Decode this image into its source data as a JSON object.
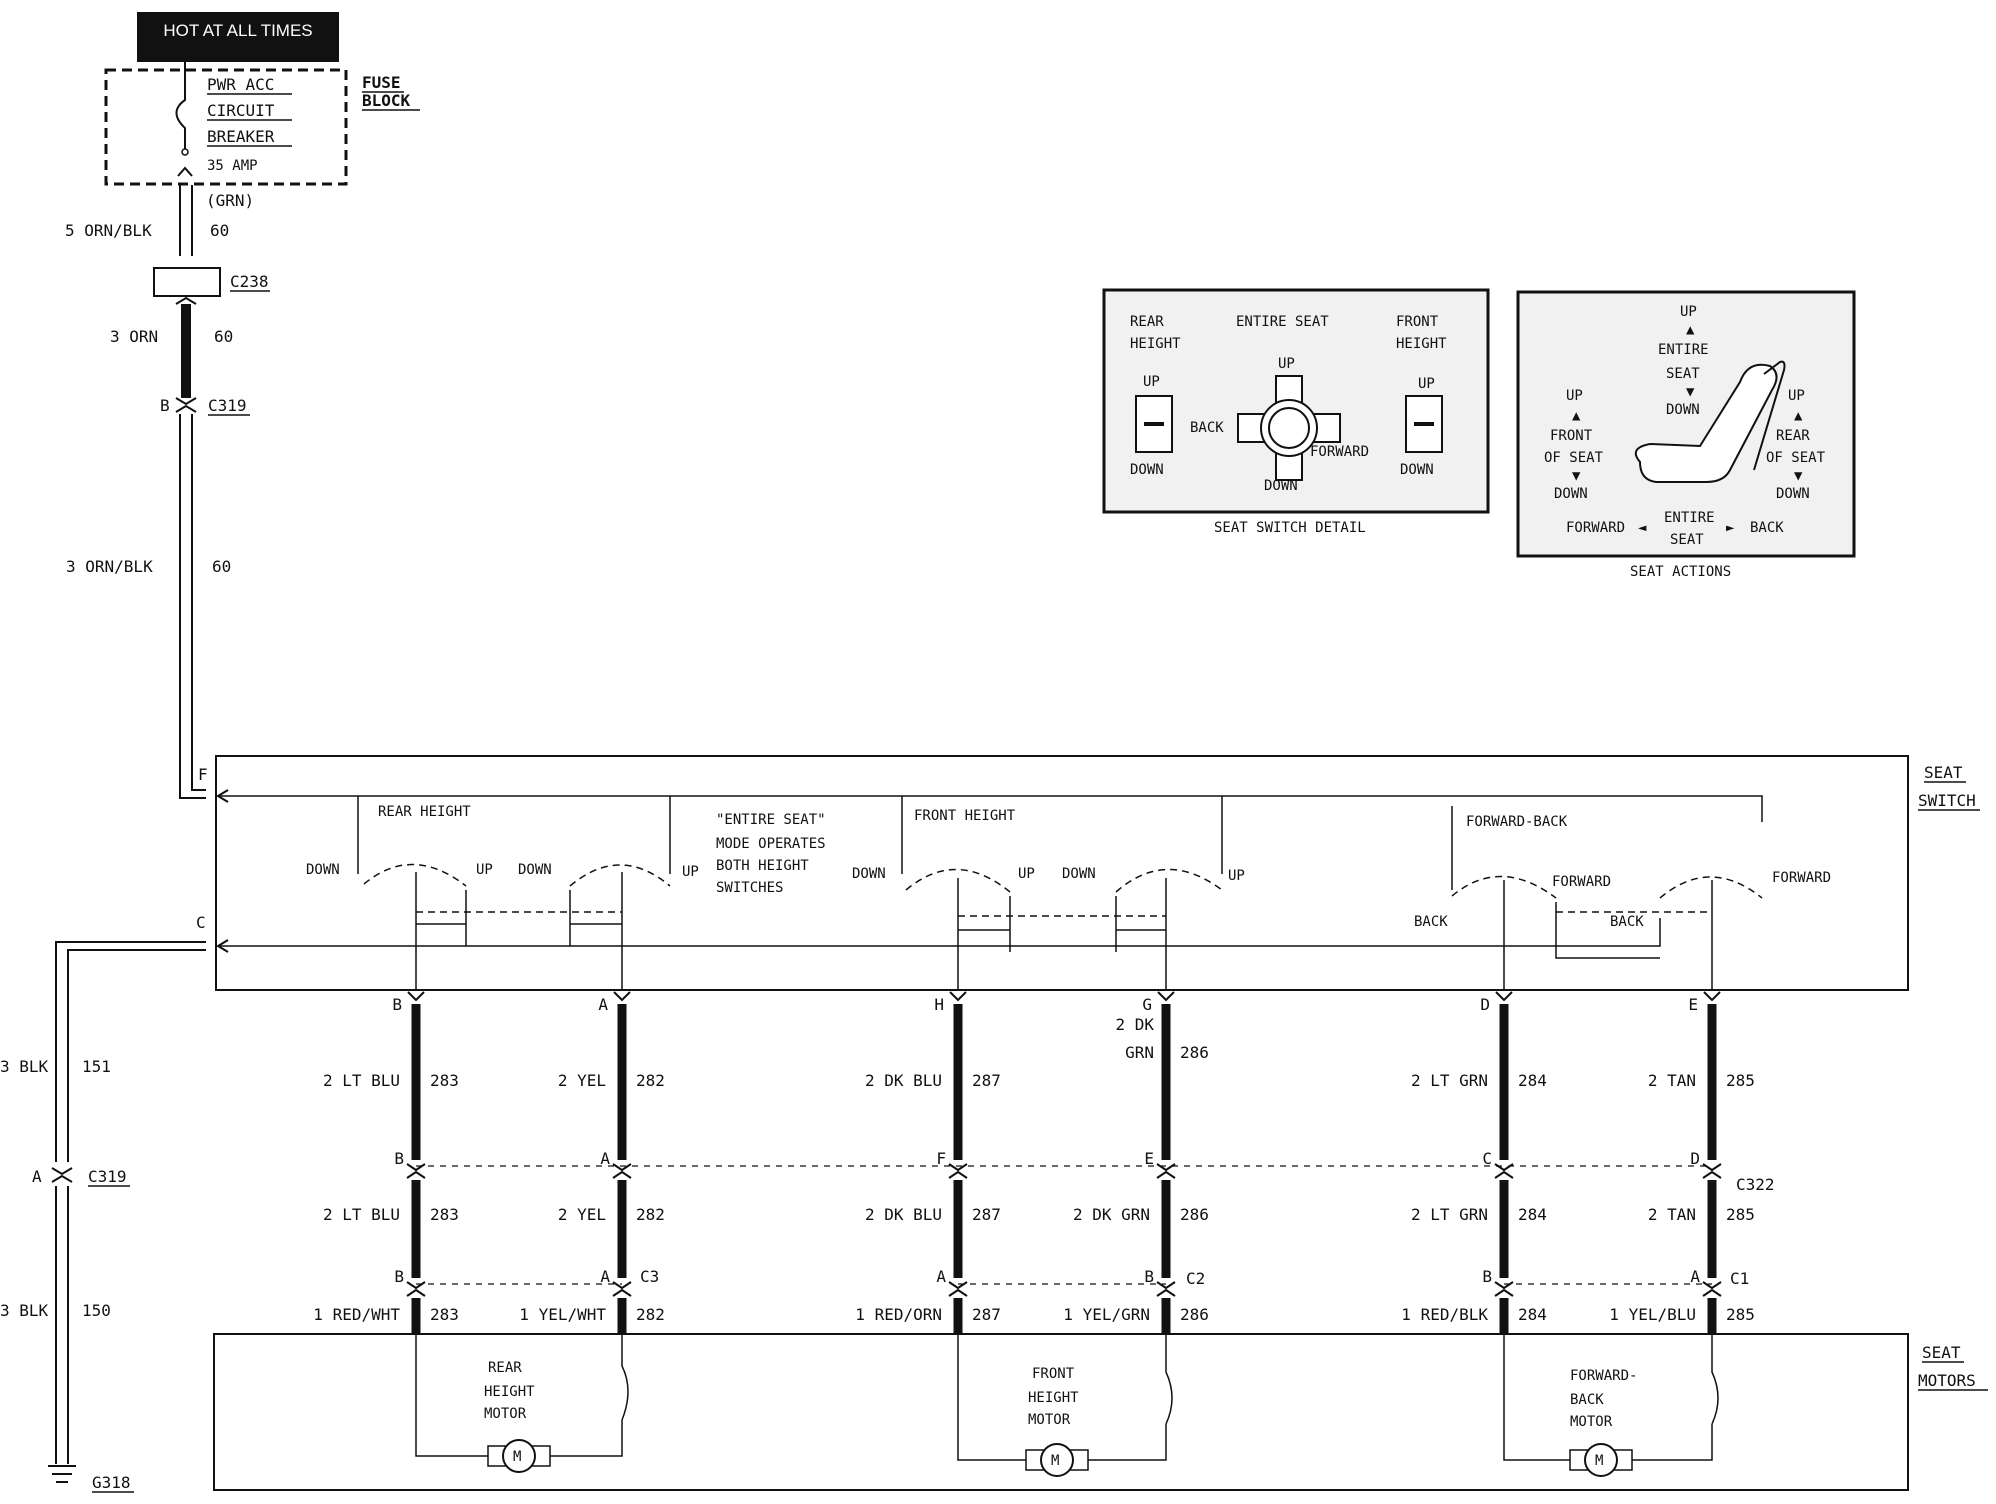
{
  "header": {
    "hot_label": "HOT AT ALL TIMES"
  },
  "fuse": {
    "lines": [
      "PWR ACC",
      "CIRCUIT",
      "BREAKER"
    ],
    "rating": "35 AMP",
    "block_label": [
      "FUSE",
      "BLOCK"
    ],
    "grn": "(GRN)"
  },
  "feed": {
    "w1": "5 ORN/BLK",
    "c1": "60",
    "conn1": "C238",
    "w2": "3 ORN",
    "c2": "60",
    "conn2_pin": "B",
    "conn2": "C319",
    "w3": "3 ORN/BLK",
    "c3": "60"
  },
  "ground": {
    "w1": "3 BLK",
    "c1": "151",
    "conn_pin": "A",
    "conn": "C319",
    "w2": "3 BLK",
    "c2": "150",
    "g": "G318"
  },
  "switch": {
    "label": [
      "SEAT",
      "SWITCH"
    ],
    "pin_f": "F",
    "pin_c": "C",
    "rear_height": "REAR HEIGHT",
    "front_height": "FRONT HEIGHT",
    "forward_back": "FORWARD-BACK",
    "note": [
      "\"ENTIRE SEAT\"",
      "MODE OPERATES",
      "BOTH HEIGHT",
      "SWITCHES"
    ],
    "down": "DOWN",
    "up": "UP",
    "forward": "FORWARD",
    "back": "BACK"
  },
  "detail": {
    "title": "SEAT SWITCH DETAIL",
    "rear": [
      "REAR",
      "HEIGHT"
    ],
    "entire": "ENTIRE SEAT",
    "front": [
      "FRONT",
      "HEIGHT"
    ],
    "up": "UP",
    "down": "DOWN",
    "back": "BACK",
    "forward": "FORWARD"
  },
  "actions": {
    "title": "SEAT ACTIONS",
    "up": "UP",
    "down": "DOWN",
    "entire_seat": [
      "ENTIRE",
      "SEAT"
    ],
    "front_of_seat": [
      "FRONT",
      "OF SEAT"
    ],
    "rear_of_seat": [
      "REAR",
      "OF SEAT"
    ],
    "forward": "FORWARD",
    "back": "BACK"
  },
  "circuits": [
    {
      "pin_top": "B",
      "w_top": "2 LT BLU",
      "c_top": "283",
      "pin_mid": "B",
      "w_mid": "2 LT BLU",
      "c_mid": "283",
      "pin_bot": "B",
      "w_bot": "1 RED/WHT",
      "c_bot": "283"
    },
    {
      "pin_top": "A",
      "w_top": "2 YEL",
      "c_top": "282",
      "pin_mid": "A",
      "w_mid": "2 YEL",
      "c_mid": "282",
      "pin_bot": "A",
      "w_bot": "1 YEL/WHT",
      "c_bot": "282"
    },
    {
      "pin_top": "H",
      "w_top": "2 DK BLU",
      "c_top": "287",
      "pin_mid": "F",
      "w_mid": "2 DK BLU",
      "c_mid": "287",
      "pin_bot": "A",
      "w_bot": "1 RED/ORN",
      "c_bot": "287"
    },
    {
      "pin_top": "G",
      "w_top": [
        "2 DK",
        "GRN"
      ],
      "c_top": "286",
      "pin_mid": "E",
      "w_mid": "2 DK GRN",
      "c_mid": "286",
      "pin_bot": "B",
      "w_bot": "1 YEL/GRN",
      "c_bot": "286"
    },
    {
      "pin_top": "D",
      "w_top": "2 LT GRN",
      "c_top": "284",
      "pin_mid": "C",
      "w_mid": "2 LT GRN",
      "c_mid": "284",
      "pin_bot": "B",
      "w_bot": "1 RED/BLK",
      "c_bot": "284"
    },
    {
      "pin_top": "E",
      "w_top": "2 TAN",
      "c_top": "285",
      "pin_mid": "D",
      "w_mid": "2 TAN",
      "c_mid": "285",
      "pin_bot": "A",
      "w_bot": "1 YEL/BLU",
      "c_bot": "285"
    }
  ],
  "connectors": {
    "mid": "C322",
    "c3": "C3",
    "c2": "C2",
    "c1": "C1"
  },
  "motors": {
    "label": [
      "SEAT",
      "MOTORS"
    ],
    "rear": [
      "REAR",
      "HEIGHT",
      "MOTOR"
    ],
    "front": [
      "FRONT",
      "HEIGHT",
      "MOTOR"
    ],
    "fb": [
      "FORWARD-",
      "BACK",
      "MOTOR"
    ],
    "m": "M"
  }
}
